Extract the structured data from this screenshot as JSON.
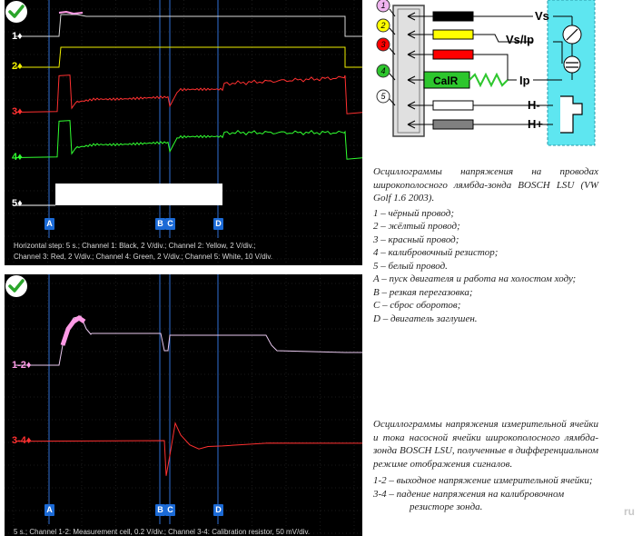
{
  "scope1": {
    "channel_labels": [
      "1",
      "2",
      "3",
      "4",
      "5"
    ],
    "channel_colors": [
      "#ffffff",
      "#f0f000",
      "#ff3030",
      "#30ff30",
      "#ffffff"
    ],
    "markers": [
      "A",
      "B",
      "C",
      "D"
    ],
    "footer_line1": "Horizontal step: 5 s.; Channel 1: Black, 2 V/div.; Channel 2: Yellow, 2 V/div.;",
    "footer_line2": "Channel 3: Red, 2 V/div.; Channel 4: Green, 2 V/div.; Channel 5: White, 10 V/div."
  },
  "scope2": {
    "channel_labels": [
      "1-2",
      "3-4"
    ],
    "channel_colors": [
      "#ffffff",
      "#ff3030"
    ],
    "markers": [
      "A",
      "B",
      "C",
      "D"
    ],
    "footer": "5 s.; Channel 1-2: Measurement cell, 0.2 V/div.; Channel 3-4: Calibration resistor, 50 mV/div."
  },
  "wiring": {
    "pin_numbers": [
      "1",
      "2",
      "3",
      "4",
      "5"
    ],
    "calib_label": "CalR",
    "vs_label": "Vs",
    "vsip_label": "Vs/Ip",
    "ip_label": "Ip",
    "hminus_label": "H-",
    "hplus_label": "H+",
    "colors": {
      "black": "#000000",
      "yellow": "#ffff00",
      "red": "#ff0000",
      "green": "#2dc62d",
      "white": "#ffffff",
      "gray": "#808080",
      "cyan": "#5ee6f0",
      "pin1": "#f0b4f0"
    }
  },
  "caption1": {
    "title": "Осциллограммы напряжения на проводах широкополосного лямбда-зонда BOSCH LSU (VW Golf 1.6 2003).",
    "items": [
      "1 – чёрный провод;",
      "2 – жёлтый провод;",
      "3 – красный провод;",
      "4 – калибровочный резистор;",
      "5 – белый провод.",
      "A – пуск двигателя и работа на холостом ходу;",
      "B – резкая перегазовка;",
      "C – сброс оборотов;",
      "D – двигатель заглушен."
    ]
  },
  "caption2": {
    "title": "Осциллограммы напряжения измерительной ячейки и тока насосной ячейки широкополосного лямбда-зонда BOSCH LSU, полученные в дифференциальном режиме отображения сигналов.",
    "items": [
      "1-2 – выходное напряжение измерительной ячейки;",
      "3-4 – падение напряжения на калибровочном резисторе зонда."
    ]
  },
  "watermark": "ru"
}
